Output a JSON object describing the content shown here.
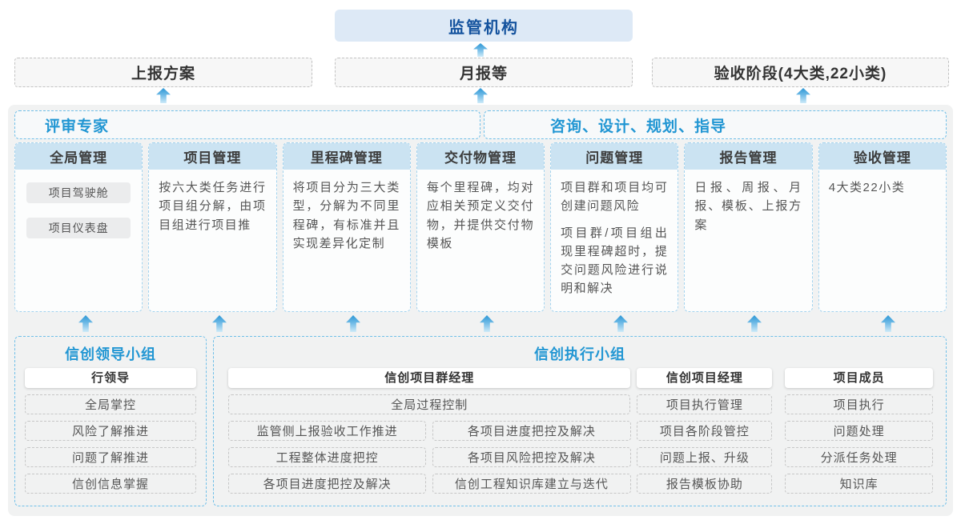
{
  "top": {
    "regulator": "监管机构"
  },
  "report_row": {
    "plan": "上报方案",
    "monthly": "月报等",
    "acceptance": "验收阶段(4大类,22小类)"
  },
  "advisors": {
    "experts": "评审专家",
    "consulting": "咨询、设计、规划、指导"
  },
  "modules": [
    {
      "title": "全局管理",
      "items": [
        "项目驾驶舱",
        "项目仪表盘"
      ]
    },
    {
      "title": "项目管理",
      "paragraphs": [
        "按六大类任务进行项目组分解，由项目组进行项目推"
      ]
    },
    {
      "title": "里程碑管理",
      "paragraphs": [
        "将项目分为三大类型，分解为不同里程碑，有标准并且实现差异化定制"
      ]
    },
    {
      "title": "交付物管理",
      "paragraphs": [
        "每个里程碑，均对应相关预定义交付物，并提供交付物模板"
      ]
    },
    {
      "title": "问题管理",
      "paragraphs": [
        "项目群和项目均可创建问题风险",
        "项目群/项目组出现里程碑超时，提交问题风险进行说明和解决"
      ]
    },
    {
      "title": "报告管理",
      "paragraphs": [
        "日报、周报、月报、模板、上报方案"
      ]
    },
    {
      "title": "验收管理",
      "paragraphs": [
        "4大类22小类"
      ]
    }
  ],
  "leader_group": {
    "title": "信创领导小组",
    "role": "行领导",
    "items": [
      "全局掌控",
      "风险了解推进",
      "问题了解推进",
      "信创信息掌握"
    ]
  },
  "exec_group": {
    "title": "信创执行小组",
    "program_manager": {
      "role": "信创项目群经理",
      "full_item": "全局过程控制",
      "left_items": [
        "监管侧上报验收工作推进",
        "工程整体进度把控",
        "各项目进度把控及解决"
      ],
      "right_items": [
        "各项目进度把控及解决",
        "各项目风险把控及解决",
        "信创工程知识库建立与迭代"
      ]
    },
    "project_manager": {
      "role": "信创项目经理",
      "items": [
        "项目执行管理",
        "项目各阶段管控",
        "问题上报、升级",
        "报告模板协助"
      ]
    },
    "members": {
      "role": "项目成员",
      "items": [
        "项目执行",
        "问题处理",
        "分派任务处理",
        "知识库"
      ]
    }
  },
  "colors": {
    "accent_blue": "#2196d3",
    "dark_blue": "#15539e",
    "header_fill": "#cbe3f2",
    "container_fill": "#f1f2f2",
    "dashed_blue": "#6fbfe8"
  }
}
